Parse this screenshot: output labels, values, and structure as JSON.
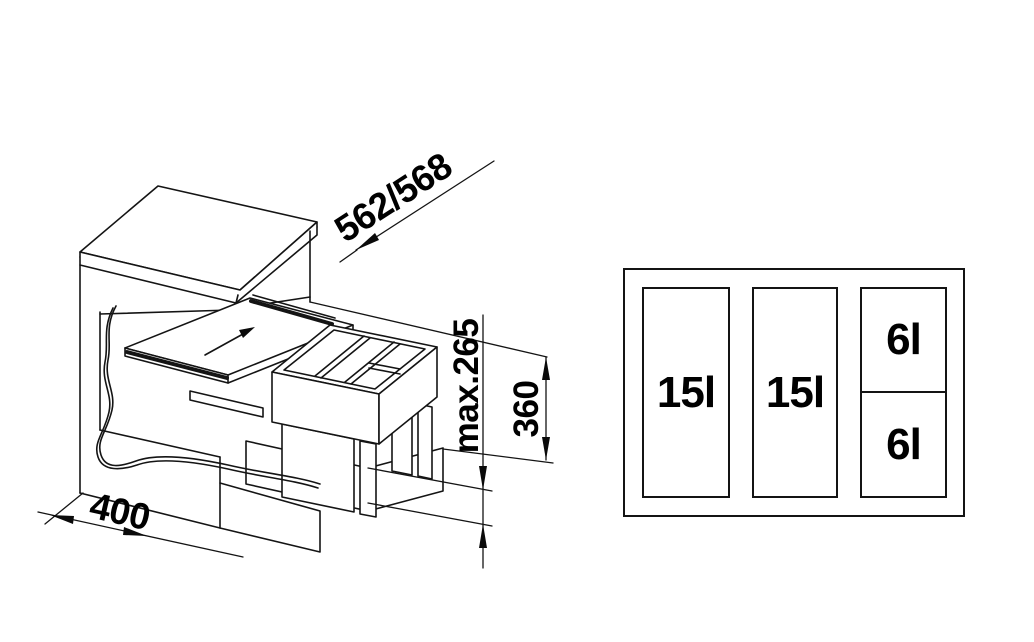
{
  "figure": {
    "background_color": "#ffffff",
    "line_color": "#141414",
    "text_color": "#000000",
    "description": "Technical drawing of a pull-out waste bin system in a 400 mm base cabinet: isometric view with dimensions (left) and top view of bin compartments (right)"
  },
  "isometric_view": {
    "dimension_labels": {
      "depth_diagonal": "562/568",
      "max_front_height": "max.265",
      "unit_height": "360",
      "cabinet_width": "400"
    },
    "icons": {
      "slide_direction": "arrow pointing into cabinet along slide rail"
    }
  },
  "top_view": {
    "compartments": [
      {
        "label": "15l"
      },
      {
        "label": "15l"
      },
      {
        "label": "6l"
      },
      {
        "label": "6l"
      }
    ]
  }
}
